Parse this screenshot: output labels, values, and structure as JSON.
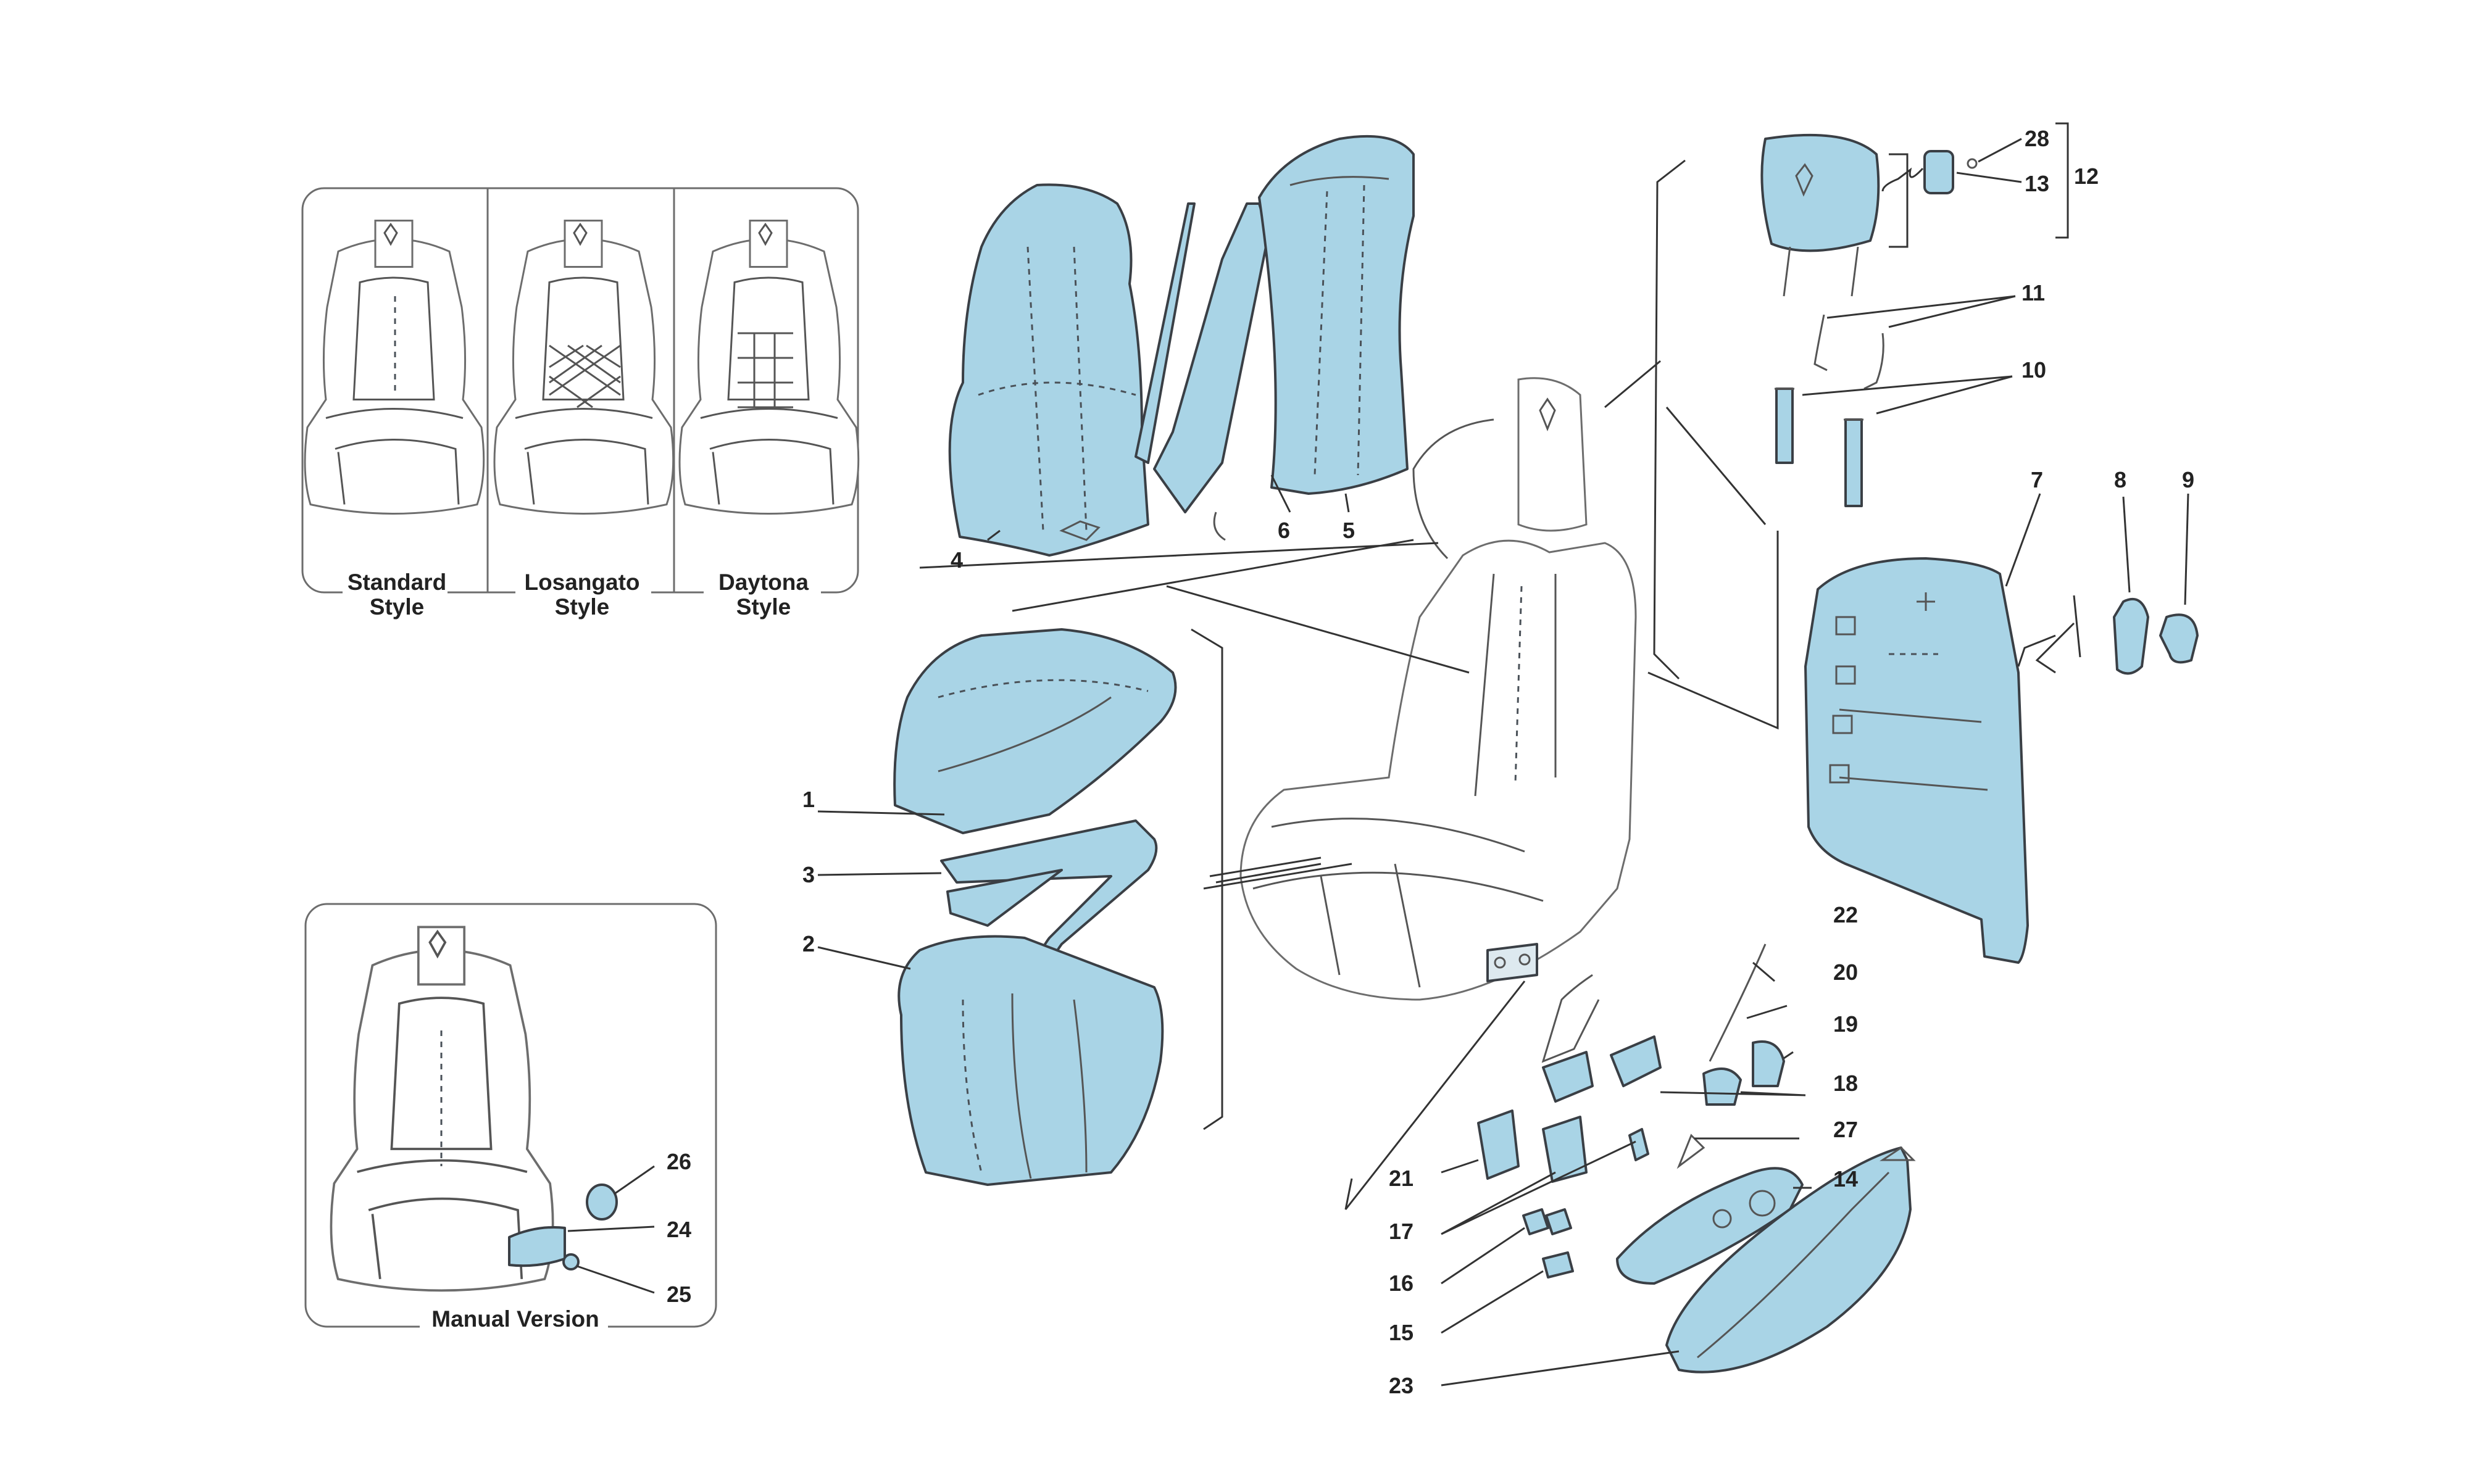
{
  "colors": {
    "part_fill": "#a9d4e6",
    "outline": "#6d6d6d",
    "text": "#222222",
    "background": "#ffffff"
  },
  "style_panel": {
    "styles": [
      {
        "line1": "Standard",
        "line2": "Style"
      },
      {
        "line1": "Losangato",
        "line2": "Style"
      },
      {
        "line1": "Daytona",
        "line2": "Style"
      }
    ]
  },
  "manual_panel": {
    "caption": "Manual Version"
  },
  "callouts": {
    "c1": "1",
    "c2": "2",
    "c3": "3",
    "c4": "4",
    "c5": "5",
    "c6": "6",
    "c7": "7",
    "c8": "8",
    "c9": "9",
    "c10": "10",
    "c11": "11",
    "c12": "12",
    "c13": "13",
    "c14": "14",
    "c15": "15",
    "c16": "16",
    "c17": "17",
    "c18": "18",
    "c19": "19",
    "c20": "20",
    "c21": "21",
    "c22": "22",
    "c23": "23",
    "c24": "24",
    "c25": "25",
    "c26": "26",
    "c27": "27",
    "c28": "28"
  }
}
